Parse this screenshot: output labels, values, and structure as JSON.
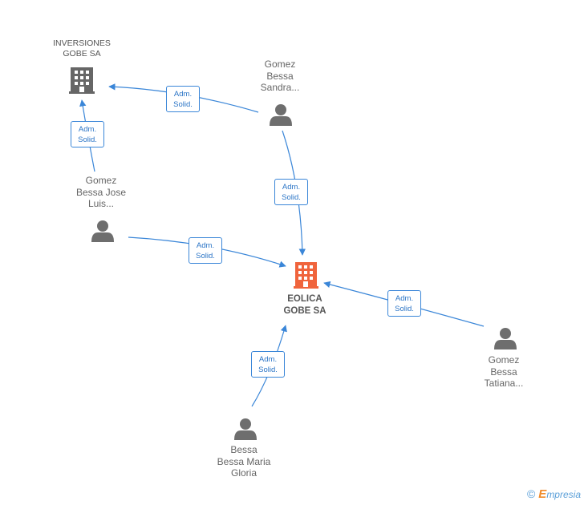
{
  "nodes": {
    "inversiones": {
      "label": "INVERSIONES\nGOBE SA",
      "icon": "building-icon",
      "color": "#666666"
    },
    "eolica": {
      "label": "EOLICA\nGOBE SA",
      "icon": "building-icon",
      "color": "#f0643c"
    },
    "sandra": {
      "label": "Gomez\nBessa\nSandra...",
      "icon": "person-icon"
    },
    "jose": {
      "label": "Gomez\nBessa Jose\nLuis...",
      "icon": "person-icon"
    },
    "tatiana": {
      "label": "Gomez\nBessa\nTatiana...",
      "icon": "person-icon"
    },
    "gloria": {
      "label": "Bessa\nBessa Maria\nGloria",
      "icon": "person-icon"
    }
  },
  "edges": [
    {
      "from": "jose",
      "to": "inversiones",
      "line1": "Adm.",
      "line2": "Solid."
    },
    {
      "from": "sandra",
      "to": "inversiones",
      "line1": "Adm.",
      "line2": "Solid."
    },
    {
      "from": "sandra",
      "to": "eolica",
      "line1": "Adm.",
      "line2": "Solid."
    },
    {
      "from": "jose",
      "to": "eolica",
      "line1": "Adm.",
      "line2": "Solid."
    },
    {
      "from": "tatiana",
      "to": "eolica",
      "line1": "Adm.",
      "line2": "Solid."
    },
    {
      "from": "gloria",
      "to": "eolica",
      "line1": "Adm.",
      "line2": "Solid."
    }
  ],
  "colors": {
    "edge": "#3a86d8",
    "person": "#6e6e6e",
    "building": "#666666",
    "focus": "#f0643c"
  },
  "brand": {
    "copyright": "©",
    "initial": "E",
    "rest": "mpresia"
  }
}
